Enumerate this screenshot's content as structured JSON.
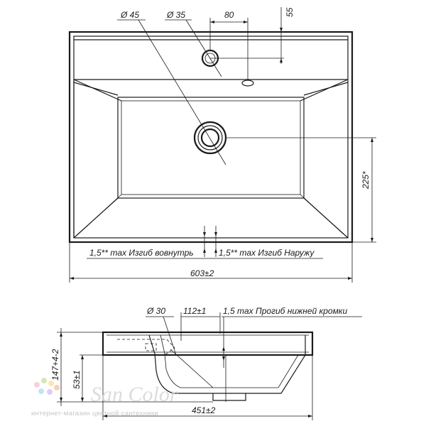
{
  "top_view": {
    "dim_hole_large": "Ø 45",
    "dim_hole_small": "Ø 35",
    "dim_offset": "80",
    "dim_depth_top": "55",
    "dim_drain_height": "225*",
    "note_inward": "1,5** max Изгиб вовнутрь",
    "note_outward": "1,5** max Изгиб Наружу",
    "dim_width": "603±2"
  },
  "side_view": {
    "dim_hole": "Ø 30",
    "dim_drain_pos": "112±1",
    "note_edge": "1,5 max Прогиб нижней кромки",
    "dim_height": "147+4-2",
    "dim_inner_height": "53±1",
    "dim_depth": "451±2"
  },
  "watermark": {
    "brand": "San Color",
    "tagline": "интернет-магазин цветной сантехники"
  }
}
